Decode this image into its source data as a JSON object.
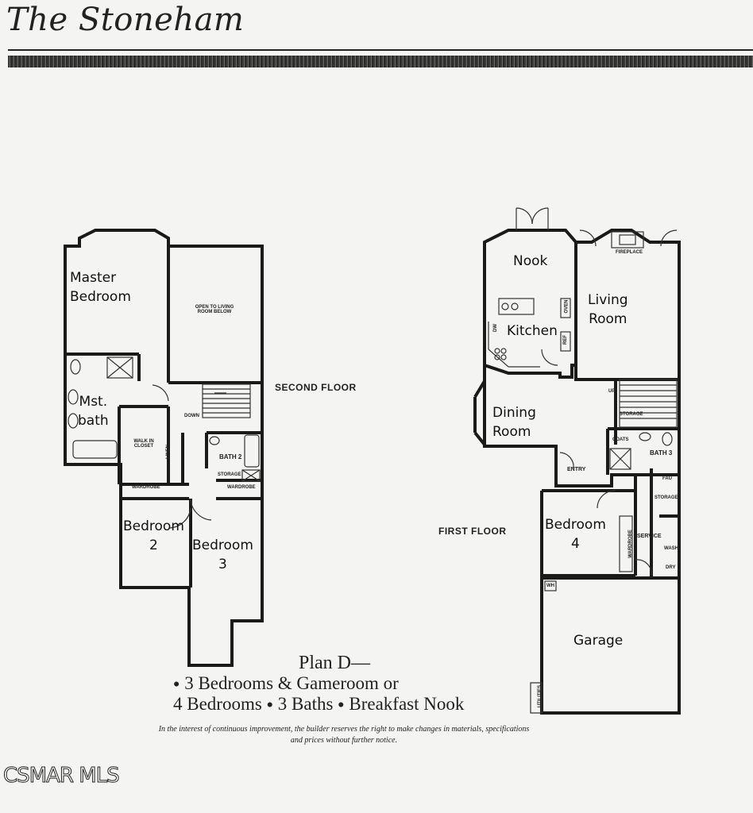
{
  "title": "The Stoneham",
  "second_floor": {
    "label": "SECOND FLOOR",
    "rooms": {
      "master_bedroom": "Master\nBedroom",
      "open_to_living": "OPEN TO LIVING\nROOM BELOW",
      "mst_bath": "Mst.\nbath",
      "walk_in_closet": "WALK IN\nCLOSET",
      "linen": "LINEN",
      "down": "DOWN",
      "bath2": "BATH 2",
      "storage": "STORAGE",
      "wardrobe_left": "WARDROBE",
      "wardrobe_right": "WARDROBE",
      "bedroom2": "Bedroom\n2",
      "bedroom3": "Bedroom\n3"
    }
  },
  "first_floor": {
    "label": "FIRST FLOOR",
    "rooms": {
      "nook": "Nook",
      "kitchen": "Kitchen",
      "living_room": "Living\nRoom",
      "fireplace": "FIREPLACE",
      "dining_room": "Dining\nRoom",
      "up": "UP",
      "storage_stair": "STORAGE",
      "coats": "COATS",
      "bath3": "BATH 3",
      "entry": "ENTRY",
      "fau": "FAU",
      "storage": "STORAGE",
      "bedroom4": "Bedroom\n4",
      "wardrobe": "WARDROBE",
      "service": "SERVICE",
      "wash": "WASH",
      "dry": "DRY",
      "wh": "WH",
      "garage": "Garage",
      "utilities": "UTILITIES",
      "dw": "DW",
      "ref": "REF",
      "oven": "OVEN"
    }
  },
  "plan": {
    "title": "Plan D—",
    "bullet": "●",
    "line1": "3 Bedrooms & Gameroom or",
    "line2a": "4 Bedrooms",
    "line2b": "3 Baths",
    "line2c": "Breakfast Nook"
  },
  "disclaimer": "In the interest of continuous improvement, the builder reserves the right to make changes in materials, specifications\nand prices without further notice.",
  "watermark": "CSMAR MLS"
}
